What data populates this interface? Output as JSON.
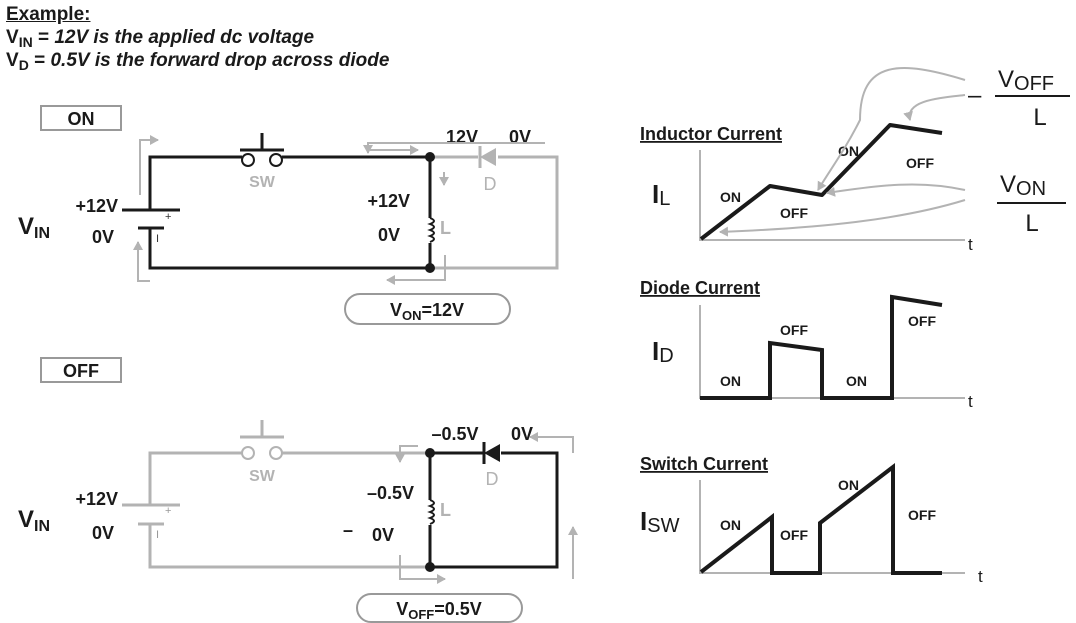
{
  "header": {
    "title": "Example:",
    "vin_symbol": "V",
    "vin_sub": "IN",
    "vin_eq": " = ",
    "vin_text": "12V is the applied dc voltage",
    "vd_symbol": "V",
    "vd_sub": "D",
    "vd_eq": " = ",
    "vd_text": "0.5V is the forward drop across diode"
  },
  "on_circuit": {
    "state_label": "ON",
    "vin_symbol": "V",
    "vin_sub": "IN",
    "batt_top_v": "+12V",
    "batt_bot_v": "0V",
    "plus": "+",
    "minus": "I",
    "switch_label": "SW",
    "diode_label": "D",
    "diode_left_v": "12V",
    "diode_right_v": "0V",
    "ind_top_v": "+12V",
    "ind_bot_v": "0V",
    "inductor_label": "L",
    "voltage_box_symbol": "V",
    "voltage_box_sub": "ON",
    "voltage_box_value": "=12V"
  },
  "off_circuit": {
    "state_label": "OFF",
    "vin_symbol": "V",
    "vin_sub": "IN",
    "batt_top_v": "+12V",
    "batt_bot_v": "0V",
    "plus": "+",
    "minus": "I",
    "switch_label": "SW",
    "diode_label": "D",
    "diode_left_v": "–0.5V",
    "diode_right_v": "0V",
    "ind_top_v": "–0.5V",
    "ind_bot_v": "0V",
    "ind_dash": "–",
    "inductor_label": "L",
    "voltage_box_symbol": "V",
    "voltage_box_sub": "OFF",
    "voltage_box_value": "=0.5V"
  },
  "graphs": {
    "inductor": {
      "title": "Inductor Current",
      "ylabel_symbol": "I",
      "ylabel_sub": "L",
      "t_label": "t",
      "segments": [
        "ON",
        "OFF",
        "ON",
        "OFF"
      ]
    },
    "diode": {
      "title": "Diode Current",
      "ylabel_symbol": "I",
      "ylabel_sub": "D",
      "t_label": "t",
      "segments": [
        "ON",
        "OFF",
        "ON",
        "OFF"
      ]
    },
    "switch": {
      "title": "Switch Current",
      "ylabel_symbol": "I",
      "ylabel_sub": "SW",
      "t_label": "t",
      "segments": [
        "ON",
        "OFF",
        "ON",
        "OFF"
      ]
    }
  },
  "slopes": {
    "off_sign": "–",
    "off_numerator_symbol": "V",
    "off_numerator_sub": "OFF",
    "off_denominator": "L",
    "on_numerator_symbol": "V",
    "on_numerator_sub": "ON",
    "on_denominator": "L"
  },
  "colors": {
    "dark": "#1a1a1a",
    "gray": "#b3b3b3"
  }
}
